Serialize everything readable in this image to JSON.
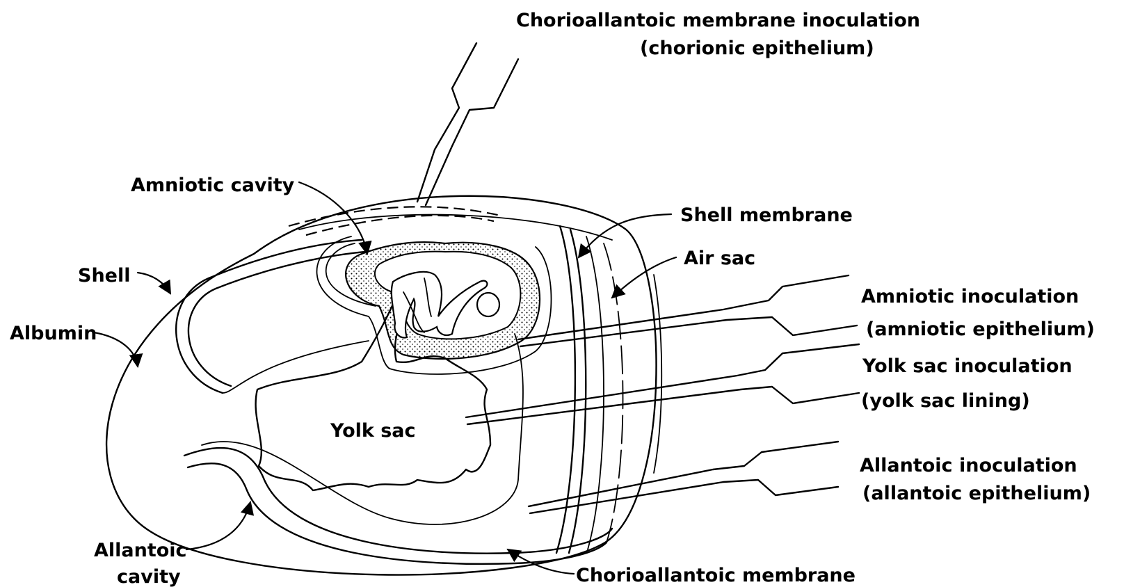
{
  "labels": {
    "cam_inoculation": "Chorioallantoic membrane inoculation",
    "cam_inoculation_sub": "(chorionic epithelium)",
    "amniotic_cavity": "Amniotic cavity",
    "shell_membrane": "Shell membrane",
    "air_sac": "Air sac",
    "shell": "Shell",
    "albumin": "Albumin",
    "amniotic_inoculation": "Amniotic inoculation",
    "amniotic_inoculation_sub": "(amniotic epithelium)",
    "yolk_sac_inoculation": "Yolk sac inoculation",
    "yolk_sac_inoculation_sub": "(yolk sac lining)",
    "yolk_sac": "Yolk sac",
    "allantoic_inoculation": "Allantoic inoculation",
    "allantoic_inoculation_sub": "(allantoic epithelium)",
    "allantoic_cavity_line1": "Allantoic",
    "allantoic_cavity_line2": "cavity",
    "chorioallantoic_membrane": "Chorioallantoic membrane"
  }
}
